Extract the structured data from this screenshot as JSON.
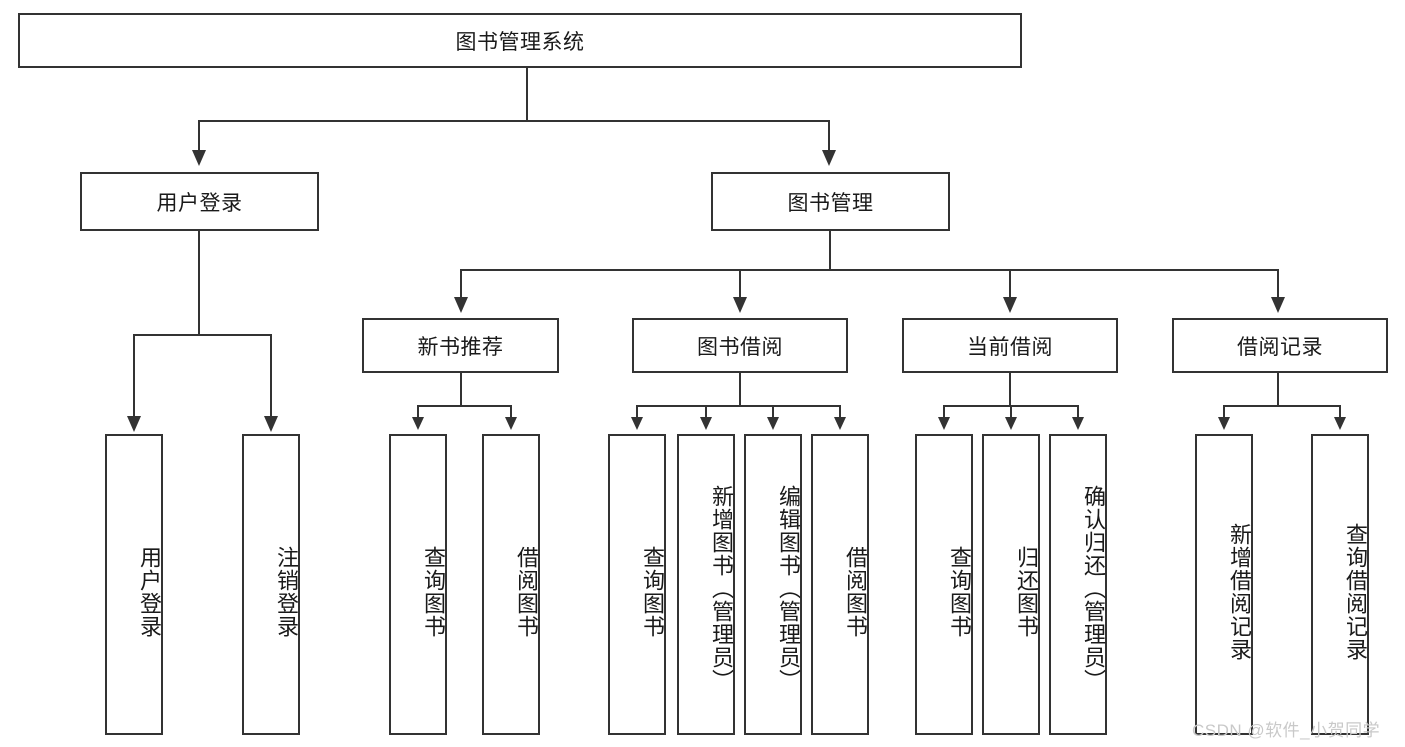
{
  "diagram": {
    "title": "图书管理系统",
    "watermark": "CSDN @软件_小贺同学",
    "colors": {
      "stroke": "#333333",
      "fill": "#ffffff",
      "text": "#1a1a1a",
      "watermark": "#c9c9c9"
    },
    "root": {
      "label": "图书管理系统"
    },
    "level2": [
      {
        "label": "用户登录"
      },
      {
        "label": "图书管理"
      }
    ],
    "level3": [
      {
        "label": "新书推荐"
      },
      {
        "label": "图书借阅"
      },
      {
        "label": "当前借阅"
      },
      {
        "label": "借阅记录"
      }
    ],
    "leaves": {
      "user_login": [
        {
          "label": "用户登录"
        },
        {
          "label": "注销登录"
        }
      ],
      "new_book_recommend": [
        {
          "label": "查询图书"
        },
        {
          "label": "借阅图书"
        }
      ],
      "book_borrow": [
        {
          "label": "查询图书"
        },
        {
          "label": "新增图书（管理员）"
        },
        {
          "label": "编辑图书（管理员）"
        },
        {
          "label": "借阅图书"
        }
      ],
      "current_borrow": [
        {
          "label": "查询图书"
        },
        {
          "label": "归还图书"
        },
        {
          "label": "确认归还（管理员）"
        }
      ],
      "borrow_record": [
        {
          "label": "新增借阅记录"
        },
        {
          "label": "查询借阅记录"
        }
      ]
    }
  }
}
